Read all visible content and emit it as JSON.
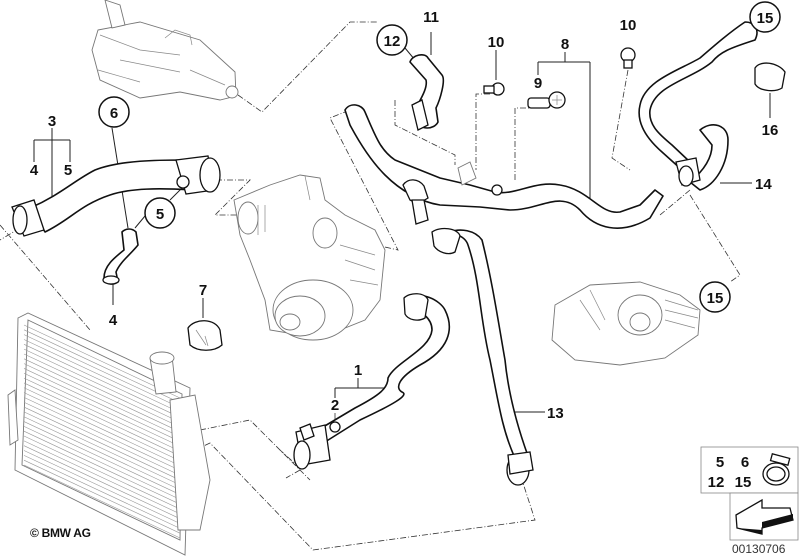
{
  "diagram": {
    "title": "Cooling system water hoses",
    "callouts": [
      {
        "id": "c1",
        "text": "1"
      },
      {
        "id": "c2",
        "text": "2"
      },
      {
        "id": "c3",
        "text": "3"
      },
      {
        "id": "c4a",
        "text": "4"
      },
      {
        "id": "c5a",
        "text": "5"
      },
      {
        "id": "c4b",
        "text": "4"
      },
      {
        "id": "c5b",
        "text": "5",
        "circled": true
      },
      {
        "id": "c6",
        "text": "6",
        "circled": true
      },
      {
        "id": "c7",
        "text": "7"
      },
      {
        "id": "c8",
        "text": "8"
      },
      {
        "id": "c9",
        "text": "9"
      },
      {
        "id": "c10a",
        "text": "10"
      },
      {
        "id": "c10b",
        "text": "10"
      },
      {
        "id": "c11",
        "text": "11"
      },
      {
        "id": "c12",
        "text": "12",
        "circled": true
      },
      {
        "id": "c13",
        "text": "13"
      },
      {
        "id": "c14",
        "text": "14"
      },
      {
        "id": "c15a",
        "text": "15",
        "circled": true
      },
      {
        "id": "c15b",
        "text": "15",
        "circled": true
      },
      {
        "id": "c16",
        "text": "16"
      }
    ],
    "legend": {
      "numbers": [
        "5",
        "6",
        "12",
        "15"
      ],
      "icon": "hose-clamp-icon"
    },
    "copyright": "© BMW AG",
    "drawing_number": "00130706"
  }
}
